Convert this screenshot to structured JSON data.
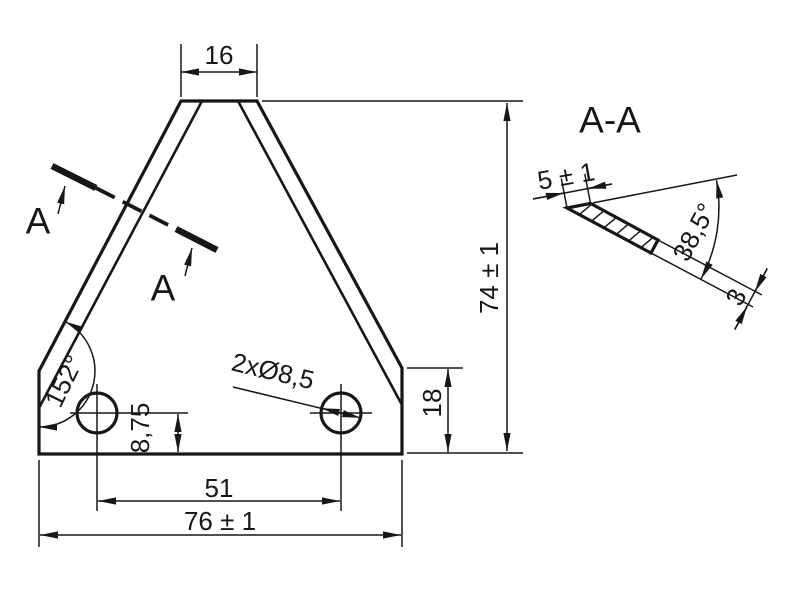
{
  "drawing": {
    "background": "#ffffff",
    "line_color": "#171717",
    "section_title": "A-A",
    "section_label": "A",
    "dimensions": {
      "top_width": "16",
      "overall_height": "74 ± 1",
      "right_edge_height": "18",
      "corner_angle": "152°",
      "hole_callout": "2xØ8,5",
      "hole_center_height": "8,75",
      "hole_spacing": "51",
      "overall_width": "76 ± 1",
      "bevel_face_width": "5 ± 1",
      "bevel_angle": "38,5°",
      "blade_thickness": "3"
    }
  }
}
